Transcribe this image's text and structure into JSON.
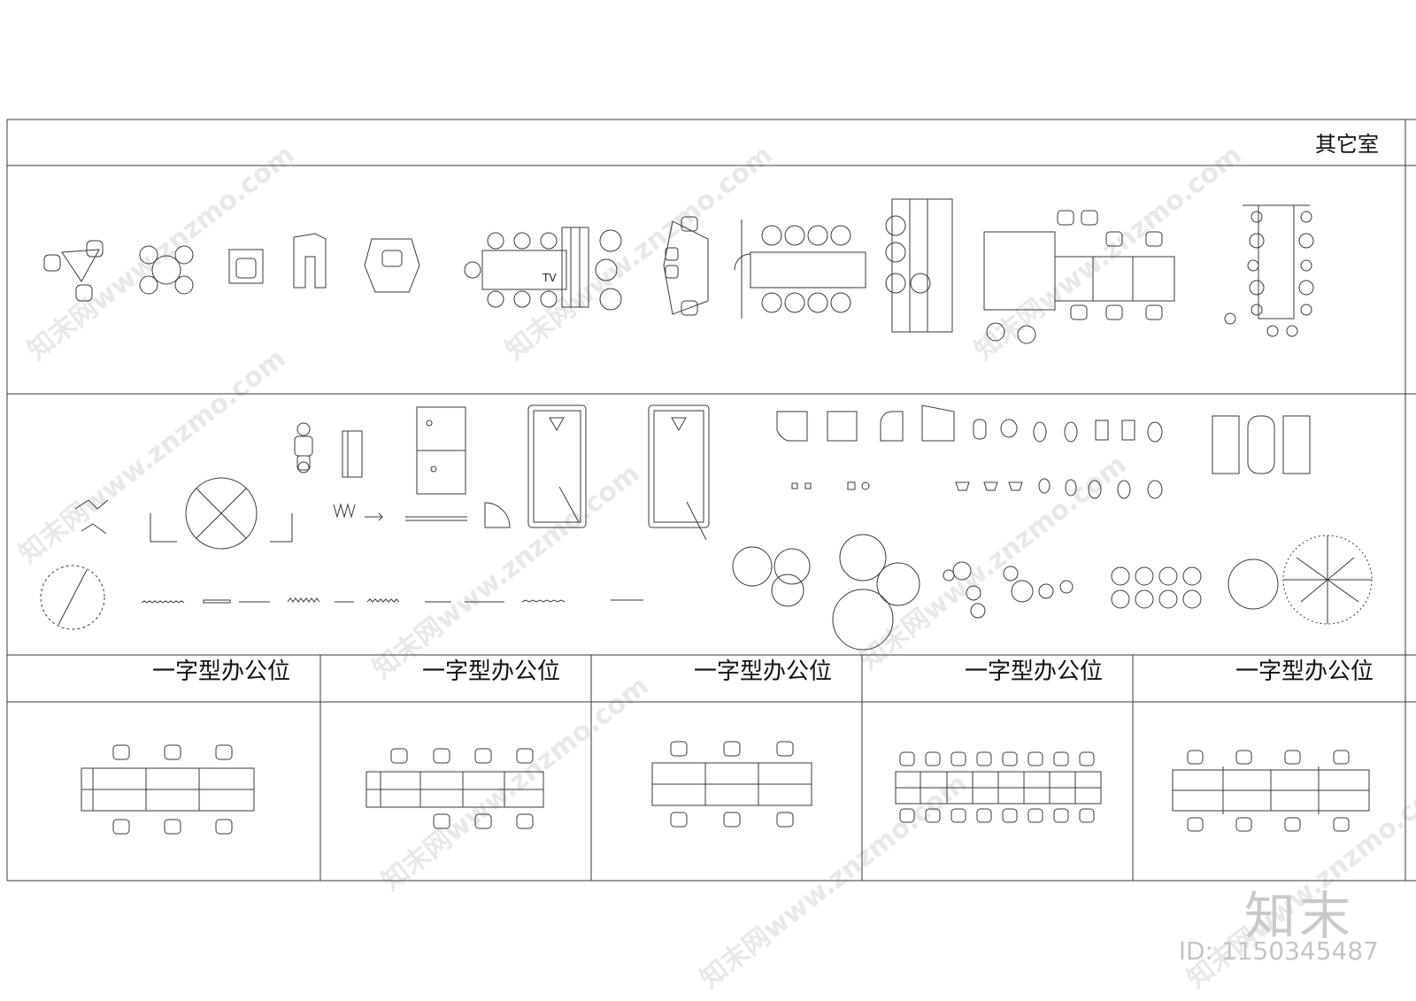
{
  "header": {
    "section_title": "其它室"
  },
  "categories": [
    {
      "label": "一字型办公位"
    },
    {
      "label": "一字型办公位"
    },
    {
      "label": "一字型办公位"
    },
    {
      "label": "一字型办公位"
    },
    {
      "label": "一字型办公位"
    }
  ],
  "annotations": {
    "tv_label": "TV"
  },
  "branding": {
    "logo": "知末",
    "asset_id": "ID: 1150345487"
  },
  "watermark": "知末网www.znzmo.com",
  "colors": {
    "line": "#3a3a3a",
    "watermark": "#bdbdbd",
    "background": "#ffffff"
  }
}
